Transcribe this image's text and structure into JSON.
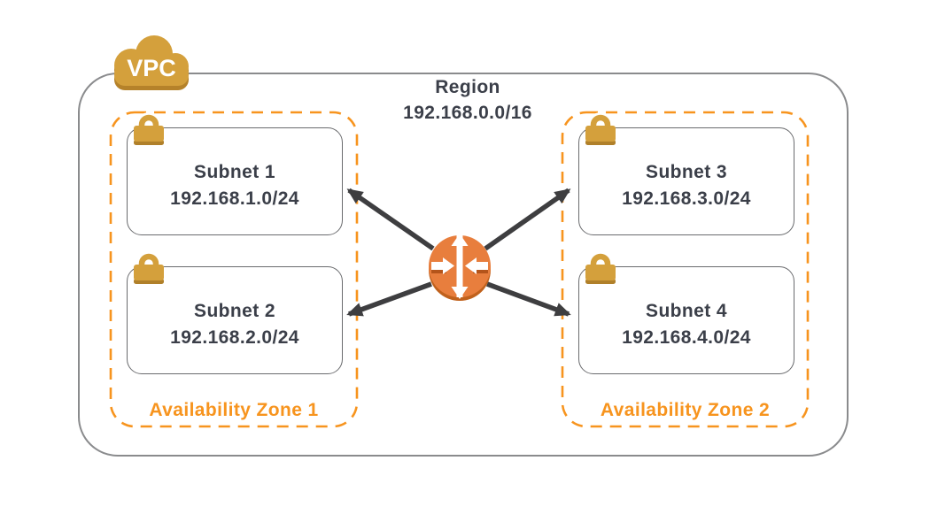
{
  "diagram": {
    "vpc_badge": "VPC",
    "region": {
      "name": "Region",
      "cidr": "192.168.0.0/16"
    },
    "zones": [
      {
        "label": "Availability Zone 1",
        "subnets": [
          {
            "name": "Subnet 1",
            "cidr": "192.168.1.0/24"
          },
          {
            "name": "Subnet 2",
            "cidr": "192.168.2.0/24"
          }
        ]
      },
      {
        "label": "Availability Zone 2",
        "subnets": [
          {
            "name": "Subnet 3",
            "cidr": "192.168.3.0/24"
          },
          {
            "name": "Subnet 4",
            "cidr": "192.168.4.0/24"
          }
        ]
      }
    ],
    "colors": {
      "accent_orange": "#F7941E",
      "router_orange": "#E87E3D",
      "gold": "#D4A03C",
      "text_dark": "#3B3F49",
      "arrow_dark": "#3E3E40",
      "vpc_border_gray": "#8A8B8D"
    }
  }
}
